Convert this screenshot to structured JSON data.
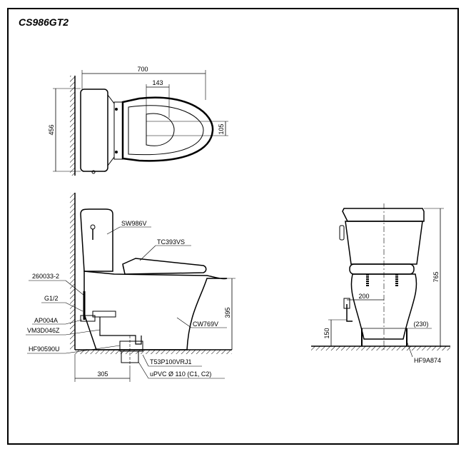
{
  "title": "CS986GT2",
  "dimensions": {
    "top_width": "700",
    "top_depth": "456",
    "top_center": "143",
    "top_offset": "105",
    "side_height": "395",
    "side_rough_in": "305",
    "front_height": "765",
    "front_supply_offset": "200",
    "front_supply_height": "150",
    "front_bolt_spacing": "(230)"
  },
  "parts": {
    "sw": "SW986V",
    "tc": "TC393VS",
    "p260": "260033-2",
    "g12": "G1/2",
    "ap": "AP004A",
    "vm": "VM3D046Z",
    "hf90": "HF90590U",
    "cw": "CW769V",
    "t53": "T53P100VRJ1",
    "upvc": "uPVC Ø 110 (C1, C2)",
    "hf9a": "HF9A874"
  }
}
